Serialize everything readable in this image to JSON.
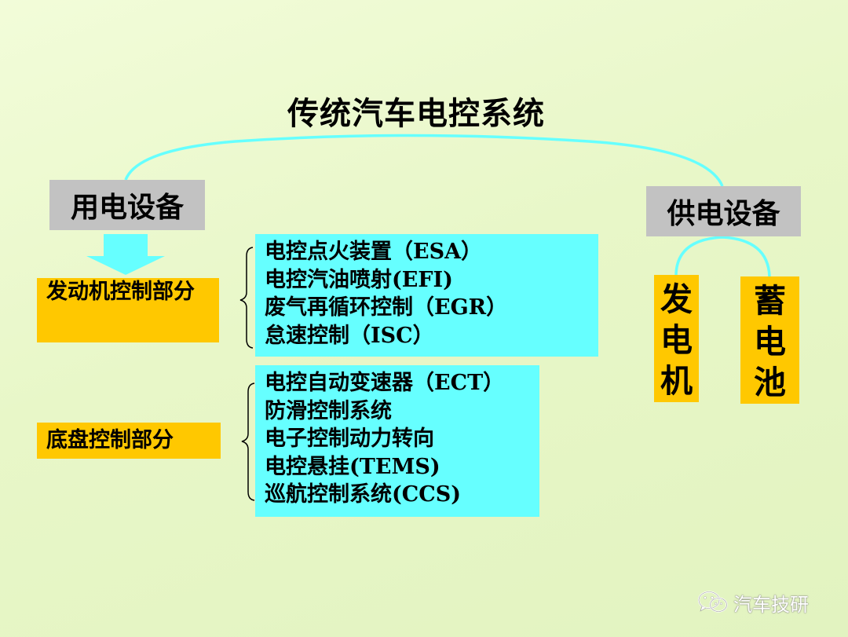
{
  "title": "传统汽车电控系统",
  "consumer": {
    "label": "用电设备"
  },
  "supplier": {
    "label": "供电设备"
  },
  "engine": {
    "label": "发动机控制部分",
    "items": [
      "电控点火装置（ESA）",
      "电控汽油喷射(EFI)",
      "废气再循环控制（EGR）",
      "怠速控制（ISC）"
    ]
  },
  "chassis": {
    "label": "底盘控制部分",
    "items": [
      "电控自动变速器（ECT）",
      "防滑控制系统",
      "电子控制动力转向",
      "电控悬挂(TEMS)",
      "巡航控制系统(CCS)"
    ]
  },
  "generator": {
    "chars": [
      "发",
      "电",
      "机"
    ]
  },
  "battery": {
    "chars": [
      "蓄",
      "电",
      "池"
    ]
  },
  "watermark": {
    "text": "汽车技研",
    "icon": "wechat-icon"
  },
  "colors": {
    "background": "#eaf8cc",
    "gray_box": "#c2c2c2",
    "yellow_box": "#ffc800",
    "cyan_box": "#66ffff",
    "connector": "#66ffff",
    "arrow": "#66ffff"
  }
}
